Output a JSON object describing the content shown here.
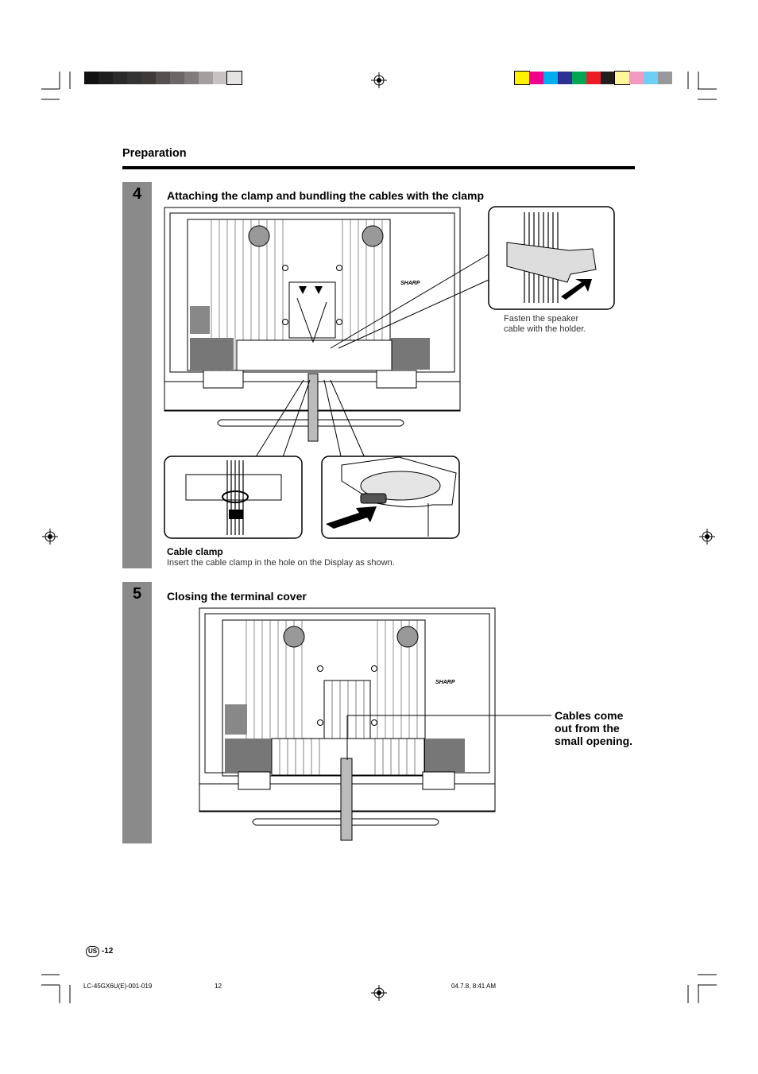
{
  "header": {
    "section_title": "Preparation"
  },
  "step4": {
    "number": "4",
    "title": "Attaching the clamp and bundling the cables with the clamp",
    "callout_text_line1": "Fasten the speaker",
    "callout_text_line2": "cable with the holder.",
    "tv_brand": "SHARP",
    "cable_clamp_heading": "Cable clamp",
    "cable_clamp_text": "Insert the cable clamp in the hole on the Display as shown."
  },
  "step5": {
    "number": "5",
    "title": "Closing the terminal cover",
    "tv_brand": "SHARP",
    "label_line1": "Cables come",
    "label_line2": "out from the",
    "label_line3": "small opening."
  },
  "page_number": {
    "badge": "US",
    "number": "-12"
  },
  "footer": {
    "file": "LC-45GX6U(E)-001-019",
    "page": "12",
    "timestamp": "04.7.8, 8:41 AM"
  },
  "colors": {
    "grayscale_bar": [
      "#111111",
      "#1e1e1e",
      "#2a2a2a",
      "#333333",
      "#3f3a38",
      "#545050",
      "#6b6767",
      "#807c7c",
      "#a59e9e",
      "#c8c3c3",
      "#e6e3e3"
    ],
    "color_bar": [
      "#fff200",
      "#ec008c",
      "#00aeef",
      "#2e3192",
      "#00a651",
      "#ed1c24",
      "#231f20",
      "#fff799",
      "#f49ac1",
      "#6dcff6",
      "#999999"
    ],
    "step_bar": "#8a8a8a"
  }
}
